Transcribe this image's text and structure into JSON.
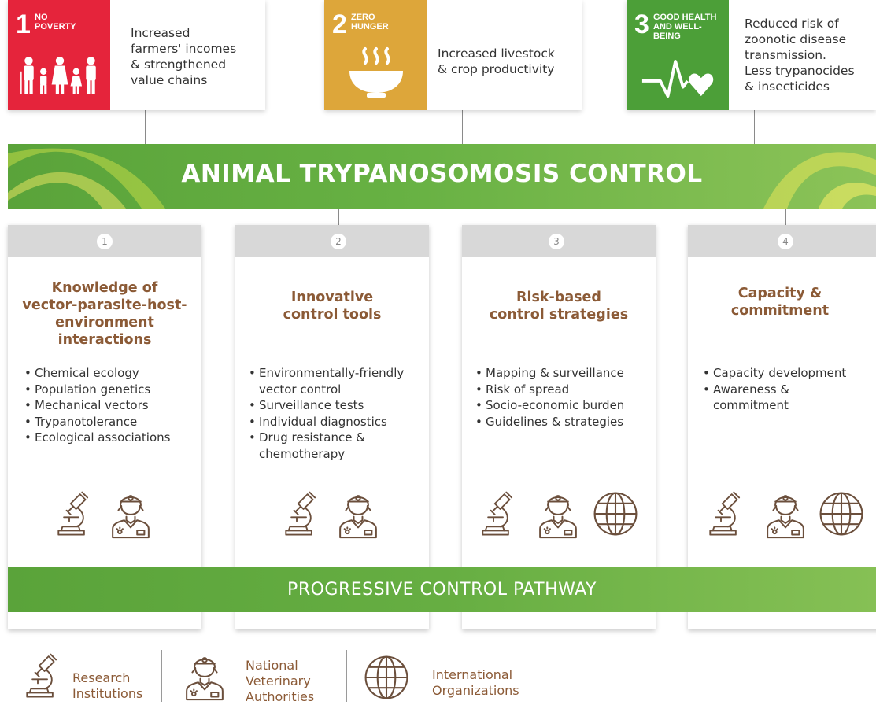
{
  "sdgs": [
    {
      "number": "1",
      "name": "No\nPoverty",
      "color": "#e5243b",
      "icon": "family-icon",
      "description": "Increased\nfarmers' incomes\n& strengthened\nvalue chains"
    },
    {
      "number": "2",
      "name": "Zero\nHunger",
      "color": "#dda63a",
      "icon": "food-bowl-icon",
      "description": "Increased livestock\n& crop productivity"
    },
    {
      "number": "3",
      "name": "Good Health\nand Well-Being",
      "color": "#4c9f38",
      "icon": "heartbeat-icon",
      "description": "Reduced risk of\nzoonotic disease\ntransmission.\nLess trypanocides\n& insecticides"
    }
  ],
  "banner": {
    "title": "ANIMAL TRYPANOSOMOSIS CONTROL"
  },
  "pillars": [
    {
      "number": "1",
      "title": "Knowledge of\nvector-parasite-host-\nenvironment\ninteractions",
      "items": [
        "Chemical ecology",
        "Population genetics",
        "Mechanical vectors",
        "Trypanotolerance",
        "Ecological associations"
      ],
      "actors": [
        "microscope-icon",
        "veterinarian-icon"
      ]
    },
    {
      "number": "2",
      "title": "Innovative\ncontrol tools",
      "items": [
        "Environmentally-friendly\nvector control",
        "Surveillance tests",
        "Individual diagnostics",
        "Drug resistance &\nchemotherapy"
      ],
      "actors": [
        "microscope-icon",
        "veterinarian-icon"
      ]
    },
    {
      "number": "3",
      "title": "Risk-based\ncontrol strategies",
      "items": [
        "Mapping & surveillance",
        "Risk of spread",
        "Socio-economic burden",
        "Guidelines & strategies"
      ],
      "actors": [
        "microscope-icon",
        "veterinarian-icon",
        "globe-icon"
      ]
    },
    {
      "number": "4",
      "title": "Capacity &\ncommitment",
      "items": [
        "Capacity development",
        "Awareness &\ncommitment"
      ],
      "actors": [
        "microscope-icon",
        "veterinarian-icon",
        "globe-icon"
      ]
    }
  ],
  "pathway": {
    "label": "PROGRESSIVE CONTROL PATHWAY"
  },
  "legend": [
    {
      "icon": "microscope-icon",
      "label": "Research\nInstitutions"
    },
    {
      "icon": "veterinarian-icon",
      "label": "National\nVeterinary\nAuthorities"
    },
    {
      "icon": "globe-icon",
      "label": "International\nOrganizations"
    }
  ],
  "colors": {
    "banner_green": "#67b143",
    "title_brown": "#8b5a36",
    "icon_brown": "#6b4f3c",
    "header_gray": "#d8d8d8"
  }
}
